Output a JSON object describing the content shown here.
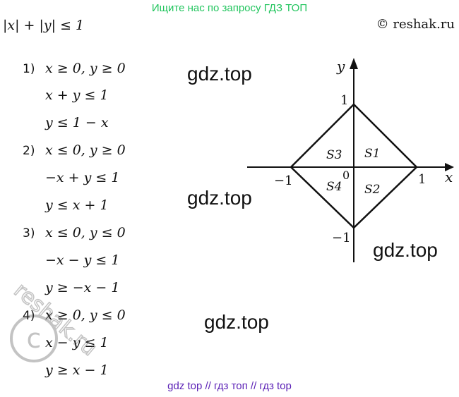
{
  "banner": {
    "top_text": "Ищите нас по запросу ГДЗ ТОП",
    "bottom_text": "gdz top  //  гдз топ  //  гдз top"
  },
  "header": {
    "formula": "|x| + |y| ≤ 1",
    "copyright": "© reshak.ru"
  },
  "cases": [
    {
      "num": "1)",
      "cond": "x ≥ 0, y ≥ 0",
      "line2": "x + y ≤ 1",
      "line3": "y ≤ 1 − x"
    },
    {
      "num": "2)",
      "cond": "x ≤ 0, y ≥ 0",
      "line2": "−x + y ≤ 1",
      "line3": "y ≤ x + 1"
    },
    {
      "num": "3)",
      "cond": "x ≤ 0, y ≤ 0",
      "line2": "−x − y ≤ 1",
      "line3": "y ≥ −x − 1"
    },
    {
      "num": "4)",
      "cond": "x ≥ 0, y ≤ 0",
      "line2": "x − y ≤ 1",
      "line3": "y ≥ x − 1"
    }
  ],
  "watermarks": {
    "gdz1": "gdz.top",
    "gdz2": "gdz.top",
    "gdz3": "gdz.top",
    "gdz4": "gdz.top",
    "reshak": "reshak.ru"
  },
  "graph": {
    "x_axis_label": "x",
    "y_axis_label": "y",
    "tick_x_pos": "1",
    "tick_x_neg": "−1",
    "tick_y_pos": "1",
    "tick_y_neg": "−1",
    "origin": "0",
    "regions": [
      "S3",
      "S1",
      "S4",
      "S2"
    ]
  }
}
